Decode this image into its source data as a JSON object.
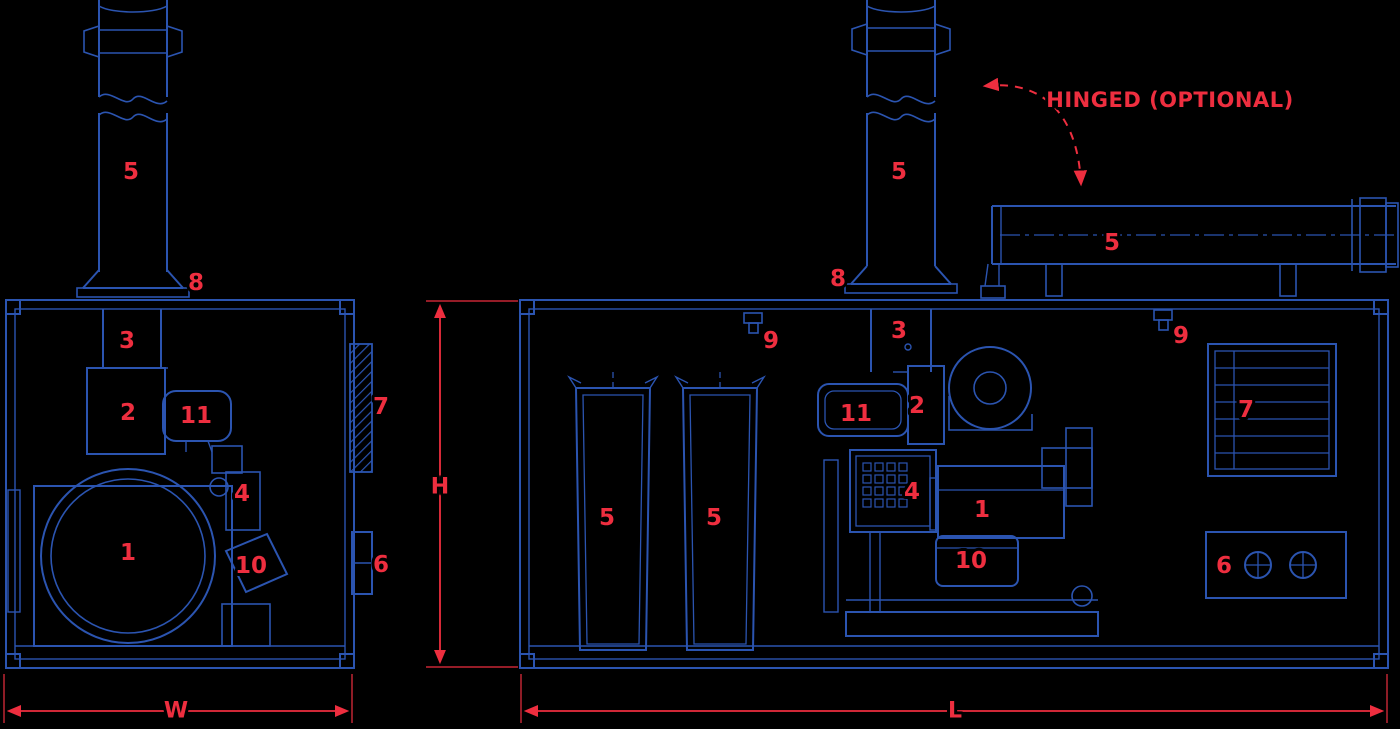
{
  "colors": {
    "background": "#000000",
    "line_blue": "#2b54b0",
    "label_red": "#ee2e3f"
  },
  "annotations": {
    "hinged_note": "HINGED (OPTIONAL)"
  },
  "dimensions": {
    "width_label": "W",
    "height_label": "H",
    "length_label": "L"
  },
  "end_view": {
    "callouts": {
      "stack": "5",
      "roof_flange": "8",
      "inlet_pipe": "3",
      "separator_box": "2",
      "silencer": "11",
      "louver_vent": "7",
      "valve_assembly": "4",
      "blower": "1",
      "discharge": "10",
      "drain_fitting": "6"
    }
  },
  "side_view": {
    "callouts": {
      "stack": "5",
      "roof_flange": "8",
      "inlet_pipe": "3",
      "roof_fitting_left": "9",
      "roof_fitting_right": "9",
      "hinged_stack": "5",
      "filter_bag_left": "5",
      "filter_bag_right": "5",
      "silencer": "11",
      "separator_box": "2",
      "control_panel": "4",
      "engine": "1",
      "motor": "10",
      "louver_vent": "7",
      "connection_panel": "6"
    }
  }
}
